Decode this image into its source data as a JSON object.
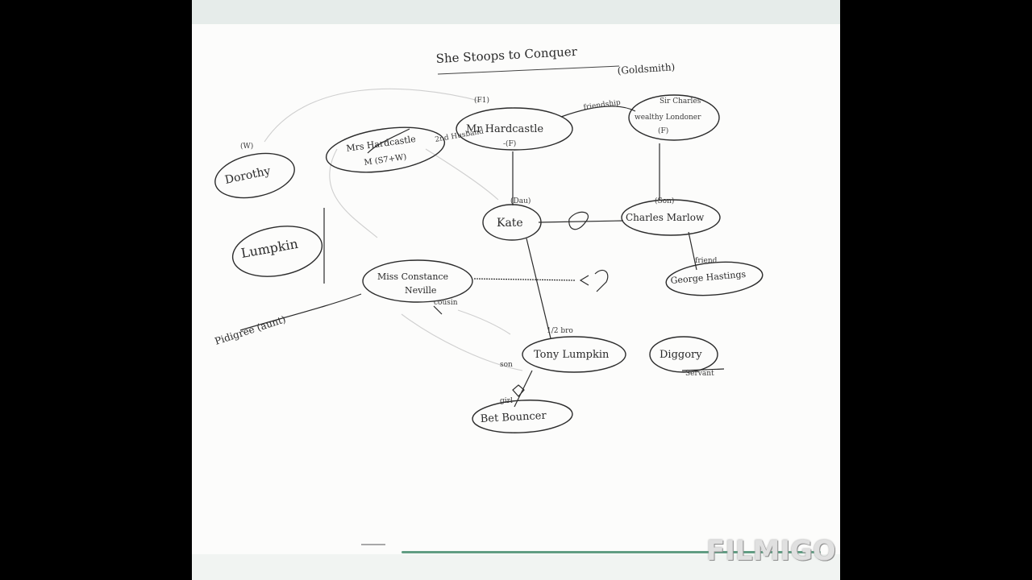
{
  "diagram": {
    "title": "She Stoops to Conquer",
    "author": "(Goldsmith)",
    "nodes": {
      "mr_hardcastle": {
        "label": "Mr Hardcastle",
        "tag_top": "(F1)",
        "tag_bottom": "-(F)"
      },
      "sir_charles": {
        "label_line1": "Sir Charles",
        "label_line2": "wealthy Londoner",
        "tag": "(F)"
      },
      "mrs_hardcastle": {
        "label_line1": "Mrs Hardcastle",
        "label_line2": "M (S7+W)"
      },
      "dorothy": {
        "label": "Dorothy",
        "tag": "(W)"
      },
      "lumpkin": {
        "label": "Lumpkin"
      },
      "kate": {
        "label": "Kate",
        "tag": "(Dau)"
      },
      "charles_marlow": {
        "label": "Charles Marlow",
        "tag": "(Son)"
      },
      "constance": {
        "label_line1": "Miss Constance",
        "label_line2": "Neville",
        "tag": "cousin"
      },
      "george_hastings": {
        "label": "George Hastings",
        "tag": "friend"
      },
      "tony_lumpkin": {
        "label": "Tony Lumpkin",
        "tag_top": "1/2 bro",
        "tag_left": "son"
      },
      "diggory": {
        "label": "Diggory",
        "tag": "Servant"
      },
      "bet_bouncer": {
        "label": "Bet Bouncer",
        "tag": "girl"
      }
    },
    "edge_labels": {
      "friendship": "friendship",
      "second_husband": "2nd Husband",
      "pedigree": "Pidigree (aunt)"
    }
  },
  "watermark": "FILMIGO",
  "colors": {
    "ink": "#2b2b2b",
    "paper": "#fcfcfb",
    "accent_line": "#2e7d5b",
    "background": "#000000"
  }
}
